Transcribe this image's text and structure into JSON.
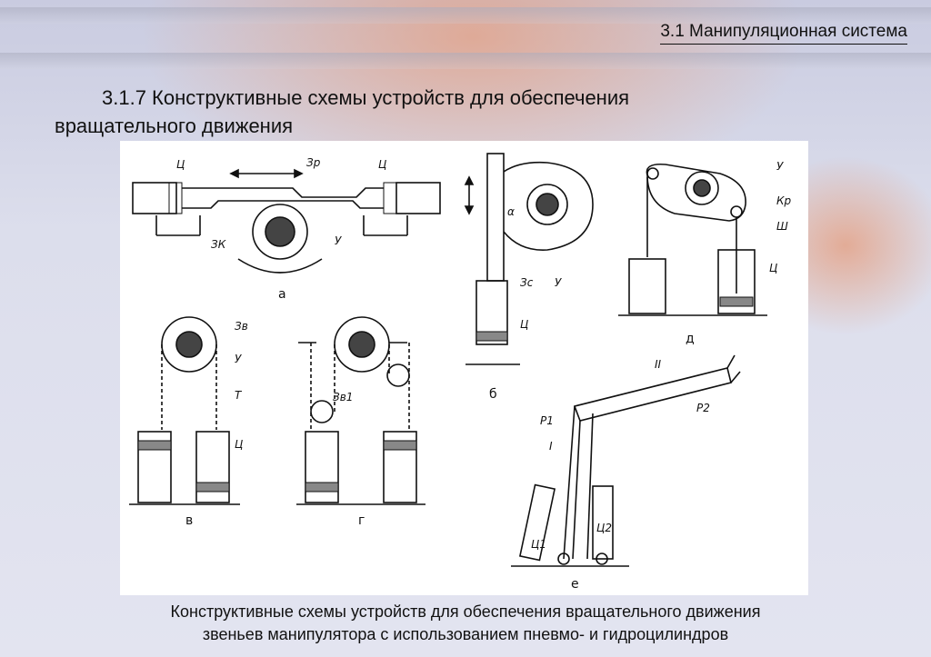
{
  "section_title": "3.1 Манипуляционная система",
  "heading": {
    "line1": "3.1.7 Конструктивные схемы устройств для обеспечения",
    "line2": "вращательного движения"
  },
  "figure": {
    "captions": {
      "a": "а",
      "b": "б",
      "v": "в",
      "g": "г",
      "d": "д",
      "e": "е"
    },
    "labels": {
      "c": "Ц",
      "zr": "Зр",
      "zk": "ЗК",
      "u": "У",
      "zs": "Зс",
      "alpha": "α",
      "kr": "Кр",
      "sh": "Ш",
      "zv": "Зв",
      "t": "Т",
      "zv1": "Зв1",
      "p1": "Р1",
      "p2": "Р2",
      "i": "I",
      "ii": "II",
      "c1": "Ц1",
      "c2": "Ц2"
    }
  },
  "caption": {
    "line1": "Конструктивные схемы устройств для обеспечения вращательного движения",
    "line2": "звеньев манипулятора с использованием пневмо- и гидроцилиндров"
  }
}
